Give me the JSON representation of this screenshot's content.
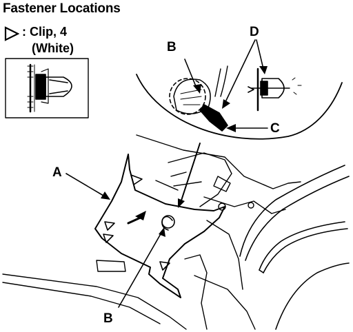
{
  "title": "Fastener Locations",
  "legend": {
    "symbol": "triangle-outline-icon",
    "clip_label": ": Clip, 4",
    "color_label": "(White)"
  },
  "callouts": {
    "a": "A",
    "b_top": "B",
    "b_bottom": "B",
    "c": "C",
    "d": "D"
  }
}
